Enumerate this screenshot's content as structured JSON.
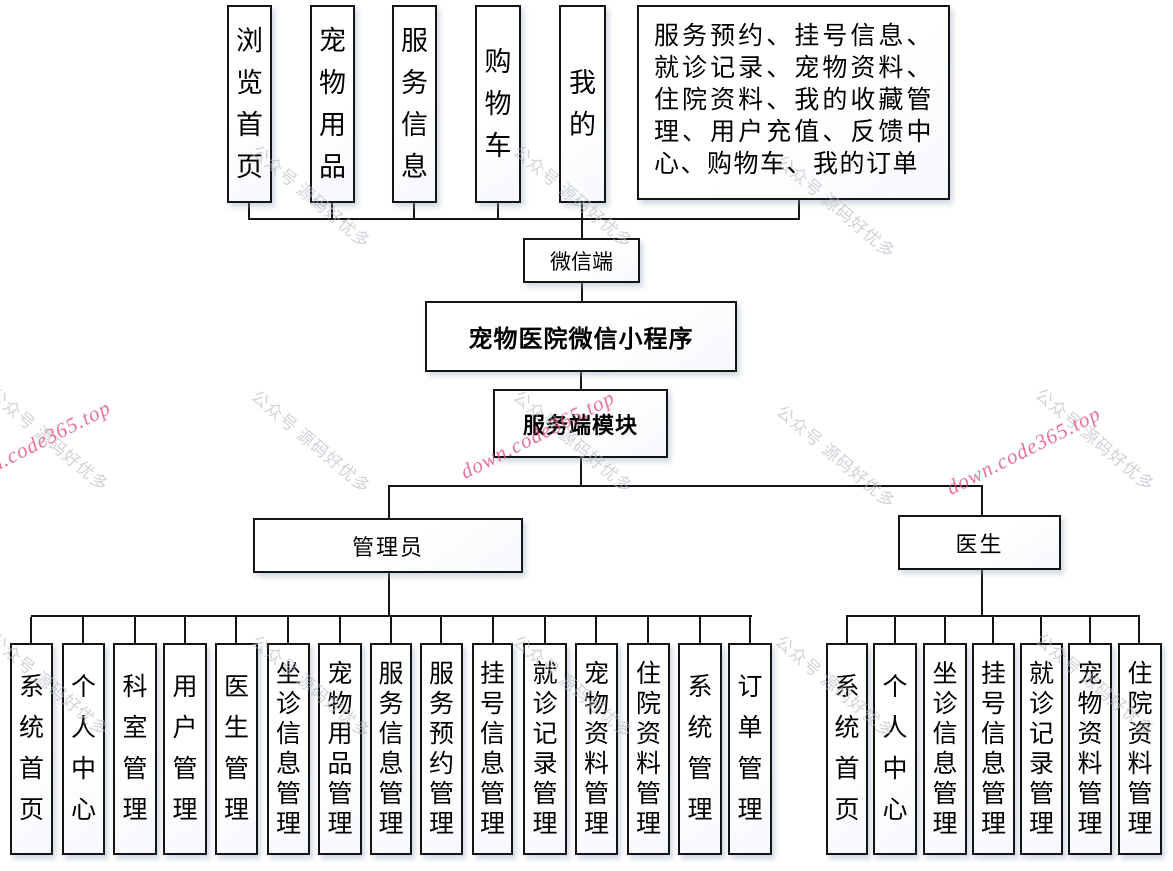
{
  "diagram": {
    "title_node": "宠物医院微信小程序",
    "wechat_side": {
      "label": "微信端",
      "modules": [
        "浏览首页",
        "宠物用品",
        "服务信息",
        "购物车",
        "我的"
      ],
      "user_functions": "服务预约、挂号信息、就诊记录、宠物资料、住院资料、我的收藏管理、用户充值、反馈中心、购物车、我的订单"
    },
    "server_side": {
      "label": "服务端模块",
      "admin": {
        "label": "管理员",
        "children": [
          "系统首页",
          "个人中心",
          "科室管理",
          "用户管理",
          "医生管理",
          "坐诊信息管理",
          "宠物用品管理",
          "服务信息管理",
          "服务预约管理",
          "挂号信息管理",
          "就诊记录管理",
          "宠物资料管理",
          "住院资料管理",
          "系统管理",
          "订单管理"
        ]
      },
      "doctor": {
        "label": "医生",
        "children": [
          "系统首页",
          "个人中心",
          "坐诊信息管理",
          "挂号信息管理",
          "就诊记录管理",
          "宠物资料管理",
          "住院资料管理"
        ]
      }
    }
  },
  "watermarks": {
    "gray_text": "公众号 源码好优多",
    "red_text": "down.code365.top",
    "gray_color": "#b3b8c2",
    "red_color": "#e4517f"
  }
}
